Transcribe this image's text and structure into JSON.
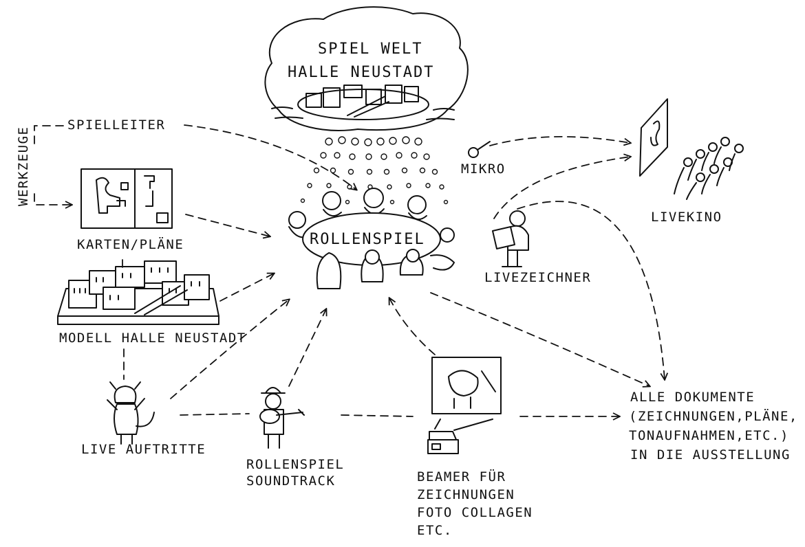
{
  "labels": {
    "spielwelt_line1": "SPIEL WELT",
    "spielwelt_line2": "HALLE   NEUSTADT",
    "spielleiter": "SPIELLEITER",
    "werkzeuge": "WERKZEUGE",
    "karten": "KARTEN/PLÄNE",
    "modell": "MODELL HALLE NEUSTADT",
    "rollenspiel": "ROLLENSPIEL",
    "mikro": "MIKRO",
    "livekino": "LIVEKINO",
    "livezeichner": "LIVEZEICHNER",
    "live_auftritte": "LIVE AUFTRITTE",
    "soundtrack_line1": "ROLLENSPIEL",
    "soundtrack_line2": "SOUNDTRACK",
    "beamer_line1": "BEAMER FÜR",
    "beamer_line2": "ZEICHNUNGEN",
    "beamer_line3": "FOTO COLLAGEN",
    "beamer_line4": "ETC.",
    "dokumente_line1": "ALLE DOKUMENTE",
    "dokumente_line2": "(ZEICHNUNGEN,PLÄNE,",
    "dokumente_line3": "TONAUFNAHMEN,ETC.)",
    "dokumente_line4": "IN DIE AUSSTELLUNG"
  }
}
